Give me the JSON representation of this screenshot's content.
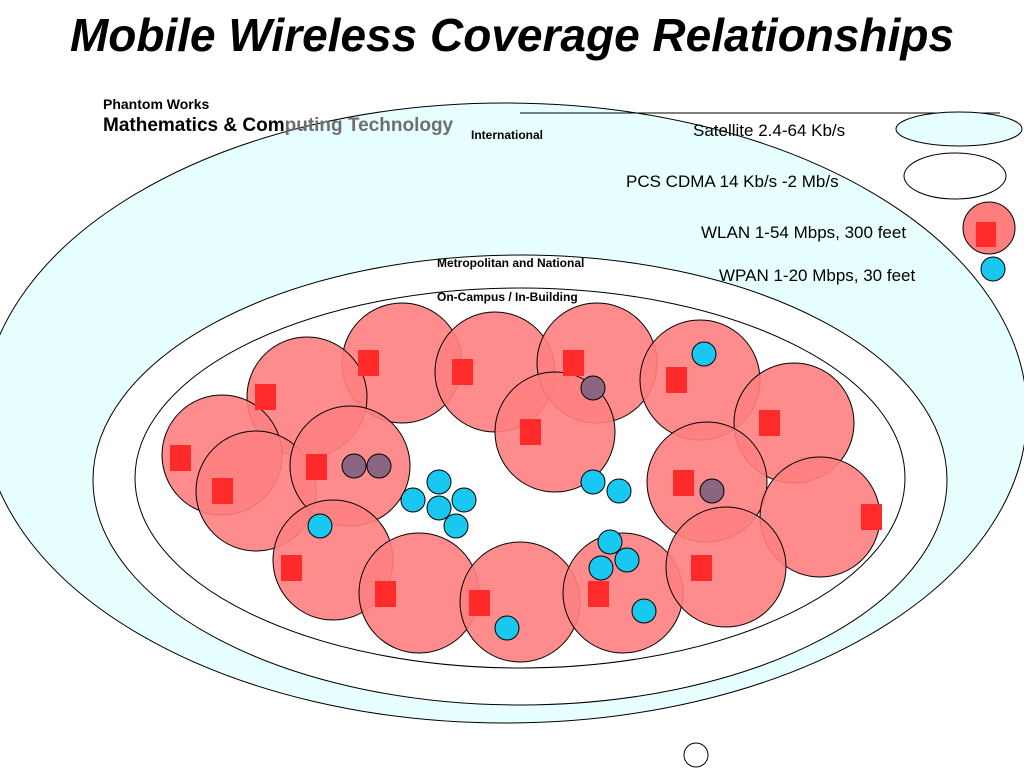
{
  "title": "Mobile Wireless Coverage Relationships",
  "org": {
    "line1": "Phantom Works",
    "line2a": "Mathematics & Com",
    "line2b": "puting Technology"
  },
  "regions": {
    "international": "International",
    "metro": "Metropolitan and National",
    "campus": "On-Campus / In-Building"
  },
  "legend": [
    {
      "label": "Satellite 2.4-64 Kb/s",
      "fill": "#e8ffff"
    },
    {
      "label": "PCS CDMA 14 Kb/s -2 Mb/s",
      "fill": "#ffffff"
    },
    {
      "label": "WLAN  1-54 Mbps, 300 feet",
      "fill": "#ff7f7f"
    },
    {
      "label": "WPAN 1-20 Mbps, 30 feet",
      "fill": "#19c8f0"
    }
  ],
  "colors": {
    "satellite": "#e8ffff",
    "wlan": "#ff7f7f",
    "wlan_ap": "#ff2a2a",
    "wpan": "#19c8f0",
    "overlap": "#8a6682"
  }
}
